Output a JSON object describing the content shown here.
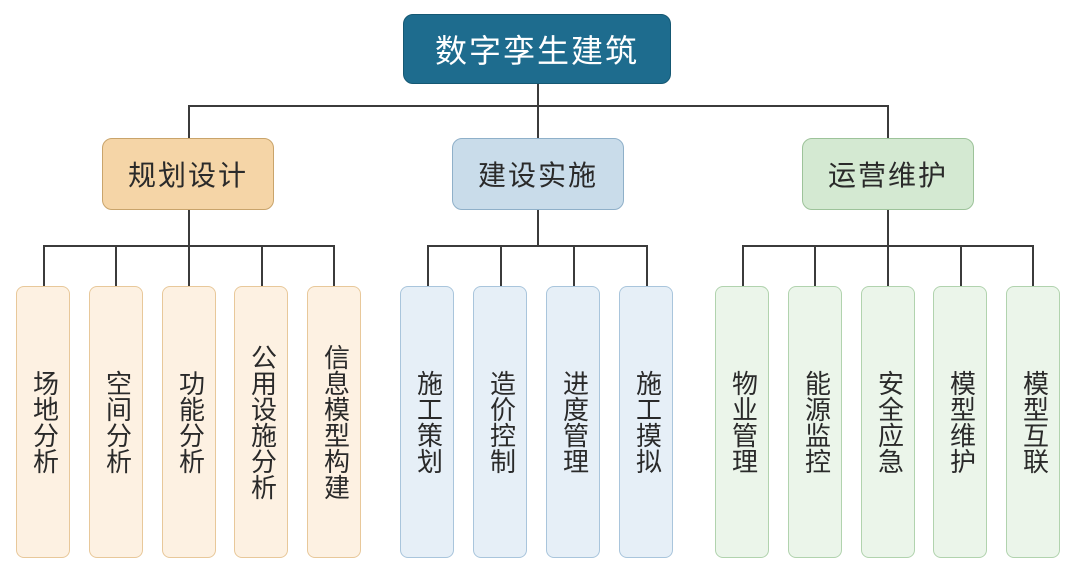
{
  "root": {
    "label": "数字孪生建筑"
  },
  "categories": [
    {
      "label": "规划设计",
      "color": "#f5d5a7",
      "children": [
        "场地分析",
        "空间分析",
        "功能分析",
        "公用设施分析",
        "信息模型构建"
      ]
    },
    {
      "label": "建设实施",
      "color": "#c9dcea",
      "children": [
        "施工策划",
        "造价控制",
        "进度管理",
        "施工摸拟"
      ]
    },
    {
      "label": "运营维护",
      "color": "#d4e9d2",
      "children": [
        "物业管理",
        "能源监控",
        "安全应急",
        "模型维护",
        "模型互联"
      ]
    }
  ],
  "colors": {
    "root": "#1e6c8e",
    "line": "#3b3b3b"
  }
}
